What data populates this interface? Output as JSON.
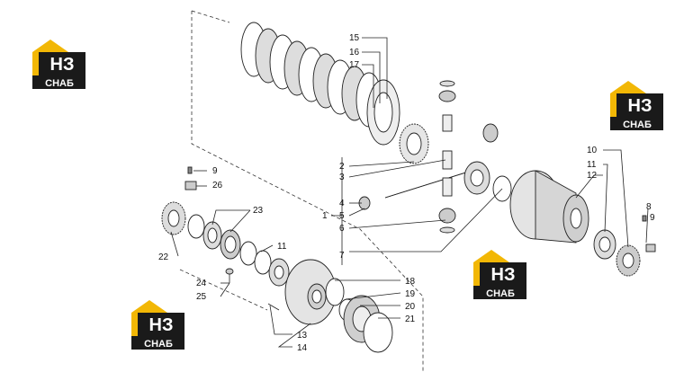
{
  "logo": {
    "brand_top": "НЗ",
    "brand_bottom": "СНАБ",
    "colors": {
      "house": "#F2B705",
      "dark": "#1A1A1A",
      "white": "#FFFFFF"
    }
  },
  "callouts": [
    {
      "id": "c1",
      "text": "1"
    },
    {
      "id": "c2",
      "text": "2"
    },
    {
      "id": "c3",
      "text": "3"
    },
    {
      "id": "c4",
      "text": "4"
    },
    {
      "id": "c5",
      "text": "5"
    },
    {
      "id": "c6",
      "text": "6"
    },
    {
      "id": "c7",
      "text": "7"
    },
    {
      "id": "c9a",
      "text": "9"
    },
    {
      "id": "c9b",
      "text": "9"
    },
    {
      "id": "c8",
      "text": "8"
    },
    {
      "id": "c10",
      "text": "10"
    },
    {
      "id": "c11a",
      "text": "11"
    },
    {
      "id": "c11b",
      "text": "11"
    },
    {
      "id": "c12",
      "text": "12"
    },
    {
      "id": "c13",
      "text": "13"
    },
    {
      "id": "c14",
      "text": "14"
    },
    {
      "id": "c15",
      "text": "15"
    },
    {
      "id": "c16",
      "text": "16"
    },
    {
      "id": "c17",
      "text": "17"
    },
    {
      "id": "c18",
      "text": "18"
    },
    {
      "id": "c19",
      "text": "19"
    },
    {
      "id": "c20",
      "text": "20"
    },
    {
      "id": "c21",
      "text": "21"
    },
    {
      "id": "c22",
      "text": "22"
    },
    {
      "id": "c23",
      "text": "23"
    },
    {
      "id": "c24",
      "text": "24"
    },
    {
      "id": "c25",
      "text": "25"
    },
    {
      "id": "c26",
      "text": "26"
    }
  ]
}
